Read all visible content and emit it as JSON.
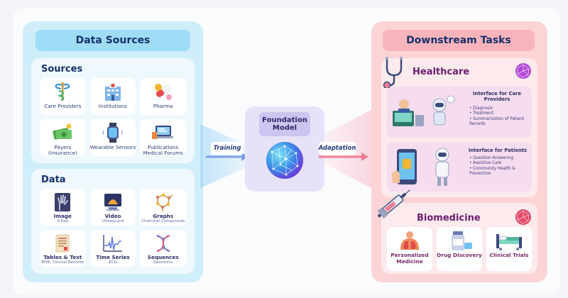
{
  "data_sources": {
    "title": "Data Sources",
    "sources": {
      "title": "Sources",
      "items": [
        {
          "label": "Care Providers"
        },
        {
          "label": "Institutions"
        },
        {
          "label": "Pharma"
        },
        {
          "label": "Payers (Insurance)"
        },
        {
          "label": "Wearable Sensors"
        },
        {
          "label": "Publications Medical Forums"
        }
      ]
    },
    "data": {
      "title": "Data",
      "items": [
        {
          "label": "Image",
          "sub": "X-Ray"
        },
        {
          "label": "Video",
          "sub": "Ultrasound"
        },
        {
          "label": "Graphs",
          "sub": "Chemical Compounds"
        },
        {
          "label": "Tables & Text",
          "sub": "EHR, Clinical Records"
        },
        {
          "label": "Time Series",
          "sub": "ECG"
        },
        {
          "label": "Sequences",
          "sub": "Genomics"
        }
      ]
    }
  },
  "foundation_model": {
    "title": "Foundation Model",
    "training_label": "Training",
    "adaptation_label": "Adaptation"
  },
  "downstream": {
    "title": "Downstream Tasks",
    "healthcare": {
      "title": "Healthcare",
      "care_providers": {
        "title": "Interface for Care Providers",
        "items": [
          "Diagnosis",
          "Treatment",
          "Summarization of Patient Records"
        ]
      },
      "patients": {
        "title": "Interface for Patients",
        "items": [
          "Question Answering",
          "Assistive Care",
          "Community Health & Prevention"
        ]
      }
    },
    "biomedicine": {
      "title": "Biomedicine",
      "items": [
        {
          "label": "Personalized Medicine"
        },
        {
          "label": "Drug Discovery"
        },
        {
          "label": "Clinical Trials"
        }
      ]
    }
  },
  "colors": {
    "left_panel": "#cfeefa",
    "right_panel": "#fcd4d6",
    "foundation_box": "#e6e2f8",
    "heading_text": "#16306b",
    "healthcare_text": "#6a1e72"
  }
}
